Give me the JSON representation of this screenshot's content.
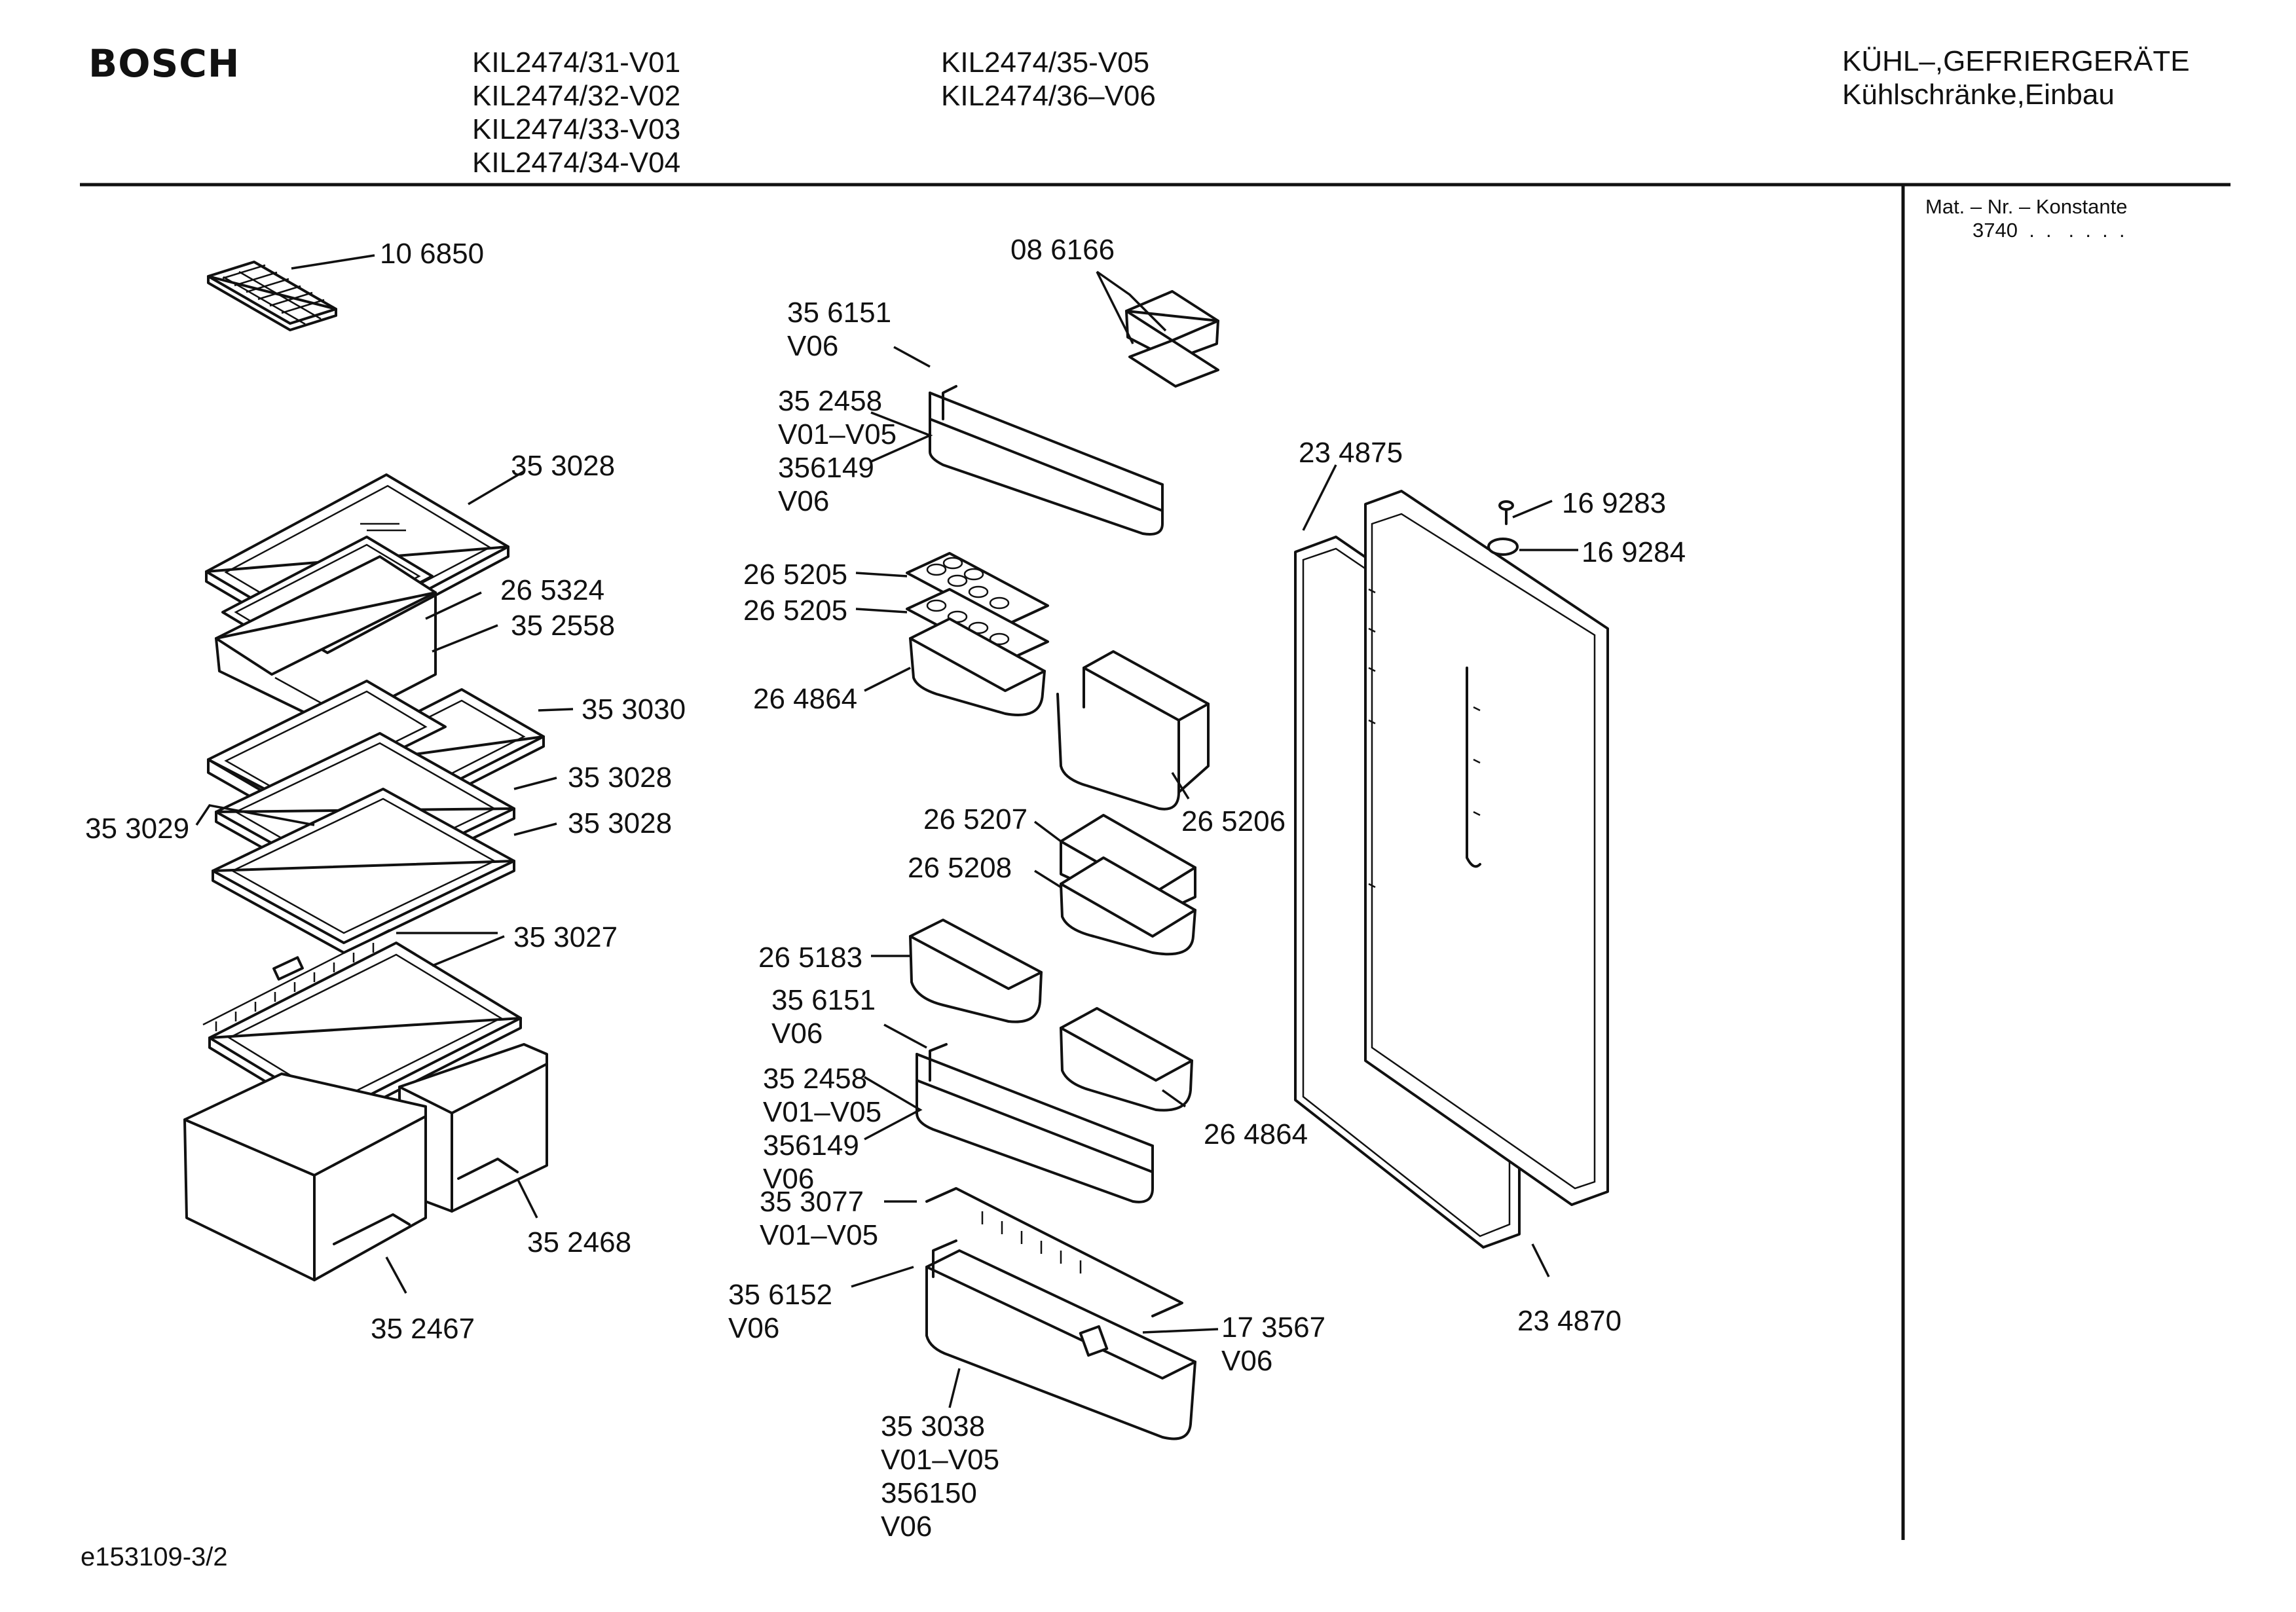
{
  "header": {
    "brand": "BOSCH",
    "models_col1": [
      "KIL2474/31-V01",
      "KIL2474/32-V02",
      "KIL2474/33-V03",
      "KIL2474/34-V04"
    ],
    "models_col2": [
      "KIL2474/35-V05",
      "KIL2474/36–V06"
    ],
    "category": [
      "KÜHL–,GEFRIERGERÄTE",
      "Kühlschränke,Einbau"
    ]
  },
  "sidebar": {
    "title": "Mat. – Nr. – Konstante",
    "value": "3740  .  .   .  .  .  ."
  },
  "parts": [
    {
      "id": "p-106850",
      "lines": [
        "10 6850"
      ]
    },
    {
      "id": "p-353028-top",
      "lines": [
        "35 3028"
      ]
    },
    {
      "id": "p-265324",
      "lines": [
        "26 5324"
      ]
    },
    {
      "id": "p-352558",
      "lines": [
        "35 2558"
      ]
    },
    {
      "id": "p-353030",
      "lines": [
        "35 3030"
      ]
    },
    {
      "id": "p-353028-mid",
      "lines": [
        "35 3028"
      ]
    },
    {
      "id": "p-353029",
      "lines": [
        "35 3029"
      ]
    },
    {
      "id": "p-353028-low",
      "lines": [
        "35 3028"
      ]
    },
    {
      "id": "p-353027",
      "lines": [
        "35 3027"
      ]
    },
    {
      "id": "p-352468",
      "lines": [
        "35 2468"
      ]
    },
    {
      "id": "p-352467",
      "lines": [
        "35 2467"
      ]
    },
    {
      "id": "p-086166",
      "lines": [
        "08 6166"
      ]
    },
    {
      "id": "p-356151-top",
      "lines": [
        "35 6151",
        "V06"
      ]
    },
    {
      "id": "p-352458-top",
      "lines": [
        "35 2458",
        "V01–V05",
        "356149",
        "V06"
      ]
    },
    {
      "id": "p-265205-a",
      "lines": [
        "26 5205"
      ]
    },
    {
      "id": "p-265205-b",
      "lines": [
        "26 5205"
      ]
    },
    {
      "id": "p-264864-top",
      "lines": [
        "26 4864"
      ]
    },
    {
      "id": "p-265206",
      "lines": [
        "26 5206"
      ]
    },
    {
      "id": "p-265207",
      "lines": [
        "26 5207"
      ]
    },
    {
      "id": "p-265208",
      "lines": [
        "26 5208"
      ]
    },
    {
      "id": "p-265183",
      "lines": [
        "26 5183"
      ]
    },
    {
      "id": "p-356151-low",
      "lines": [
        "35 6151",
        "V06"
      ]
    },
    {
      "id": "p-352458-low",
      "lines": [
        "35 2458",
        "V01–V05",
        "356149",
        "V06"
      ]
    },
    {
      "id": "p-264864-low",
      "lines": [
        "26 4864"
      ]
    },
    {
      "id": "p-353077",
      "lines": [
        "35 3077",
        "V01–V05"
      ]
    },
    {
      "id": "p-356152",
      "lines": [
        "35 6152",
        "V06"
      ]
    },
    {
      "id": "p-173567",
      "lines": [
        "17 3567",
        "V06"
      ]
    },
    {
      "id": "p-353038",
      "lines": [
        "35 3038",
        "V01–V05",
        "356150",
        "V06"
      ]
    },
    {
      "id": "p-234875",
      "lines": [
        "23 4875"
      ]
    },
    {
      "id": "p-169283",
      "lines": [
        "16 9283"
      ]
    },
    {
      "id": "p-169284",
      "lines": [
        "16 9284"
      ]
    },
    {
      "id": "p-234870",
      "lines": [
        "23 4870"
      ]
    }
  ],
  "footer": {
    "code": "e153109-3/2"
  }
}
